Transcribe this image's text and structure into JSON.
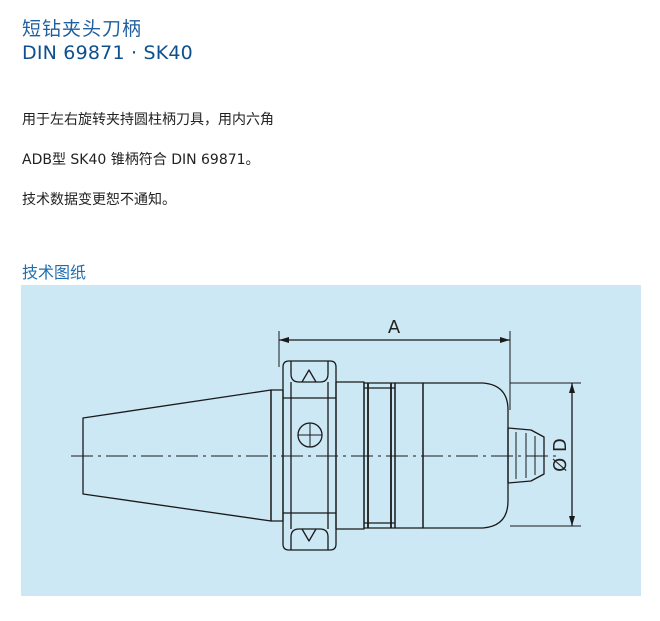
{
  "header": {
    "title_cn": "短钻夹头刀柄",
    "title_din": "DIN 69871 · SK40"
  },
  "description": {
    "line1": "用于左右旋转夹持圆柱柄刀具，用内六角",
    "line2": "ADB型 SK40 锥柄符合 DIN 69871。",
    "line3": "技术数据变更恕不通知。"
  },
  "drawing": {
    "section_title": "技术图纸",
    "dim_a_label": "A",
    "dim_d_label": "Ø D",
    "background_color": "#cde8f5",
    "line_color": "#1a1a1a"
  }
}
